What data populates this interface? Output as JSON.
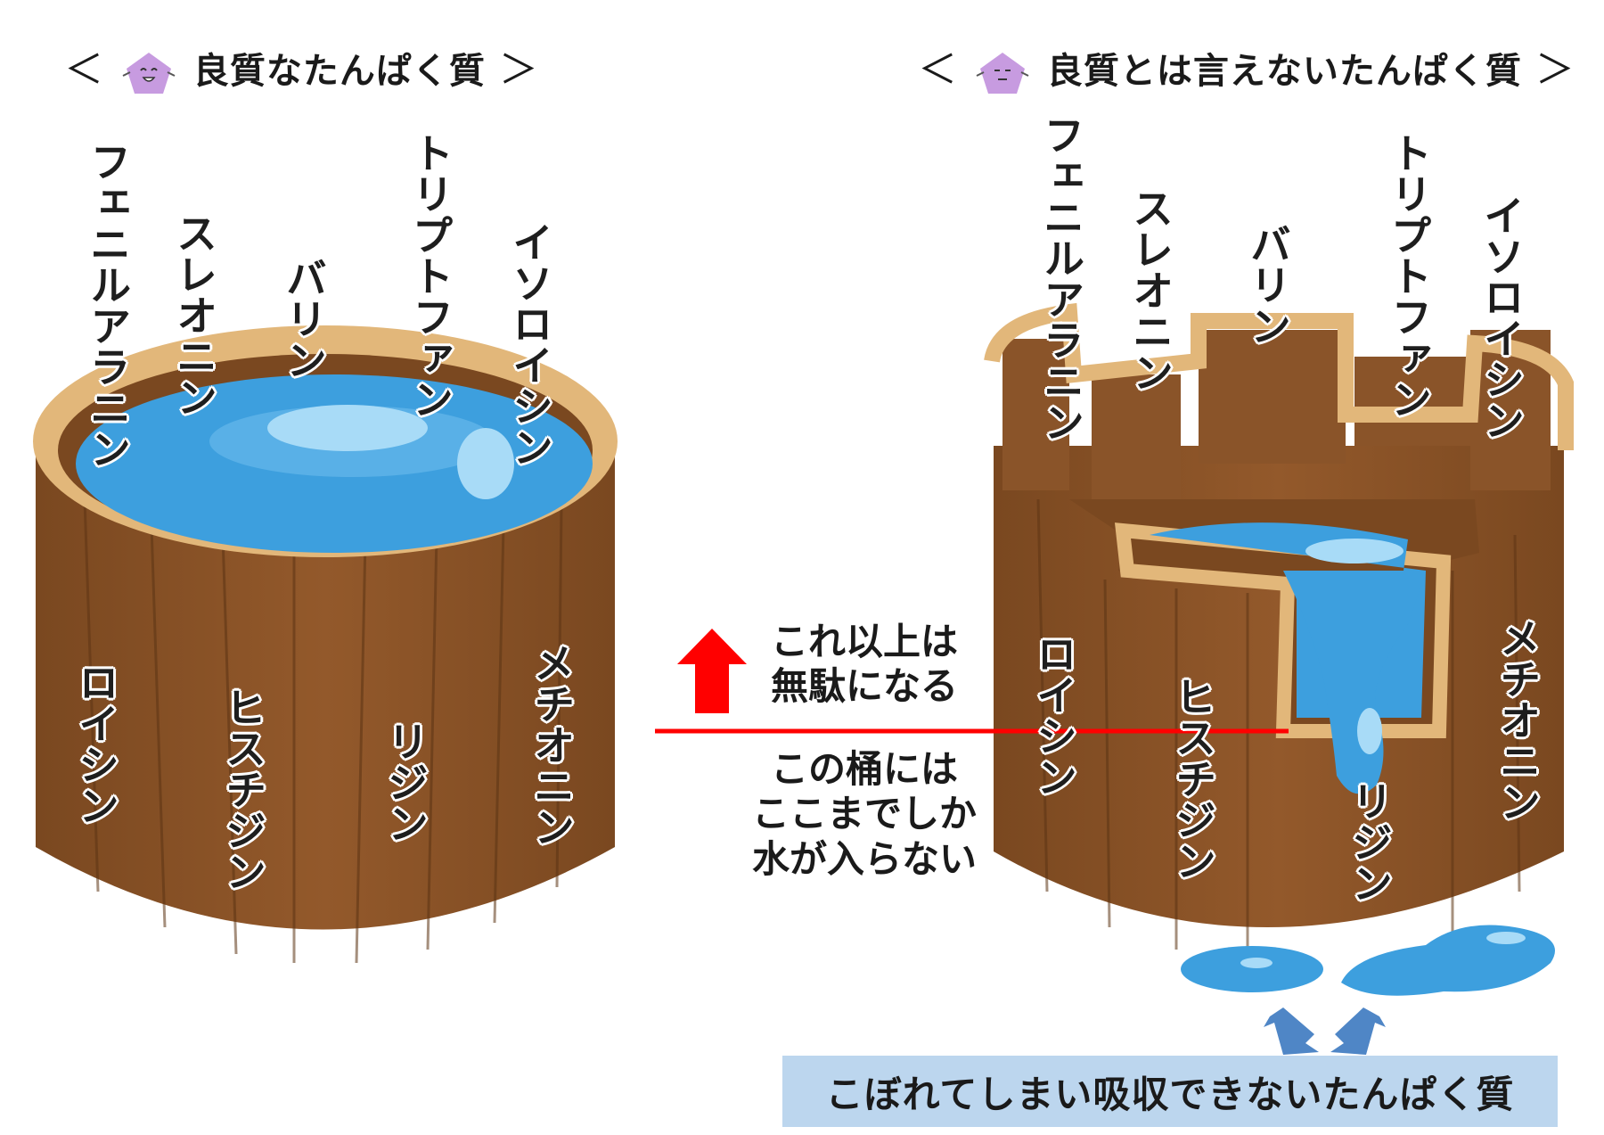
{
  "left": {
    "title": "良質なたんぱく質",
    "bracket_open": "＜",
    "bracket_close": "＞",
    "mascot_icon": "happy-pentagon-icon",
    "top_staves": [
      "フェニルアラニン",
      "スレオニン",
      "バリン",
      "トリプトファン",
      "イソロイシン"
    ],
    "bottom_staves": [
      "ロイシン",
      "ヒスチジン",
      "リジン",
      "メチオニン"
    ]
  },
  "right": {
    "title": "良質とは言えないたんぱく質",
    "bracket_open": "＜",
    "bracket_close": "＞",
    "mascot_icon": "neutral-pentagon-icon",
    "top_staves": [
      "フェニルアラニン",
      "スレオニン",
      "バリン",
      "トリプトファン",
      "イソロイシン"
    ],
    "bottom_staves": [
      "ロイシン",
      "ヒスチジン",
      "リジン",
      "メチオニン"
    ]
  },
  "middle": {
    "upper_note": [
      "これ以上は",
      "無駄になる"
    ],
    "lower_note": [
      "この桶には",
      "ここまでしか",
      "水が入らない"
    ]
  },
  "caption": "こぼれてしまい吸収できないたんぱく質",
  "colors": {
    "wood": "#8a5429",
    "wood_dark": "#6e3f1a",
    "rim": "#e2b77a",
    "water": "#3d9fde",
    "water_light": "#8ecff4",
    "marker_line": "#ff0000",
    "caption_bg": "#bcd6ee",
    "mascot": "#c79be0"
  }
}
